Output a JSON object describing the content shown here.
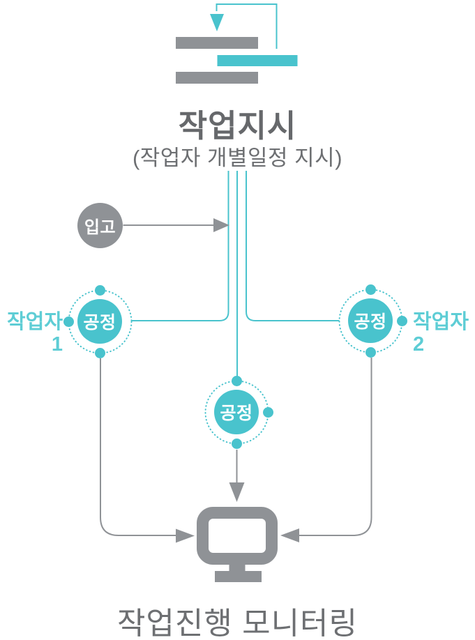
{
  "colors": {
    "teal": "#49c3cd",
    "teal-light": "#5ecdd5",
    "gray": "#8f9296",
    "text-dark": "#66686b",
    "text-mid": "#6d6f72",
    "white": "#ffffff"
  },
  "header": {
    "title": "작업지시",
    "subtitle": "(작업자 개별일정 지시)"
  },
  "icons": {
    "schedule": "gantt-schedule-loop-icon",
    "monitor": "computer-monitor-icon"
  },
  "nodes": {
    "incoming": {
      "label": "입고"
    },
    "process_left": {
      "label": "공정",
      "worker": "작업자1"
    },
    "process_center": {
      "label": "공정"
    },
    "process_right": {
      "label": "공정",
      "worker": "작업자2"
    }
  },
  "footer": {
    "title": "작업진행 모니터링"
  }
}
